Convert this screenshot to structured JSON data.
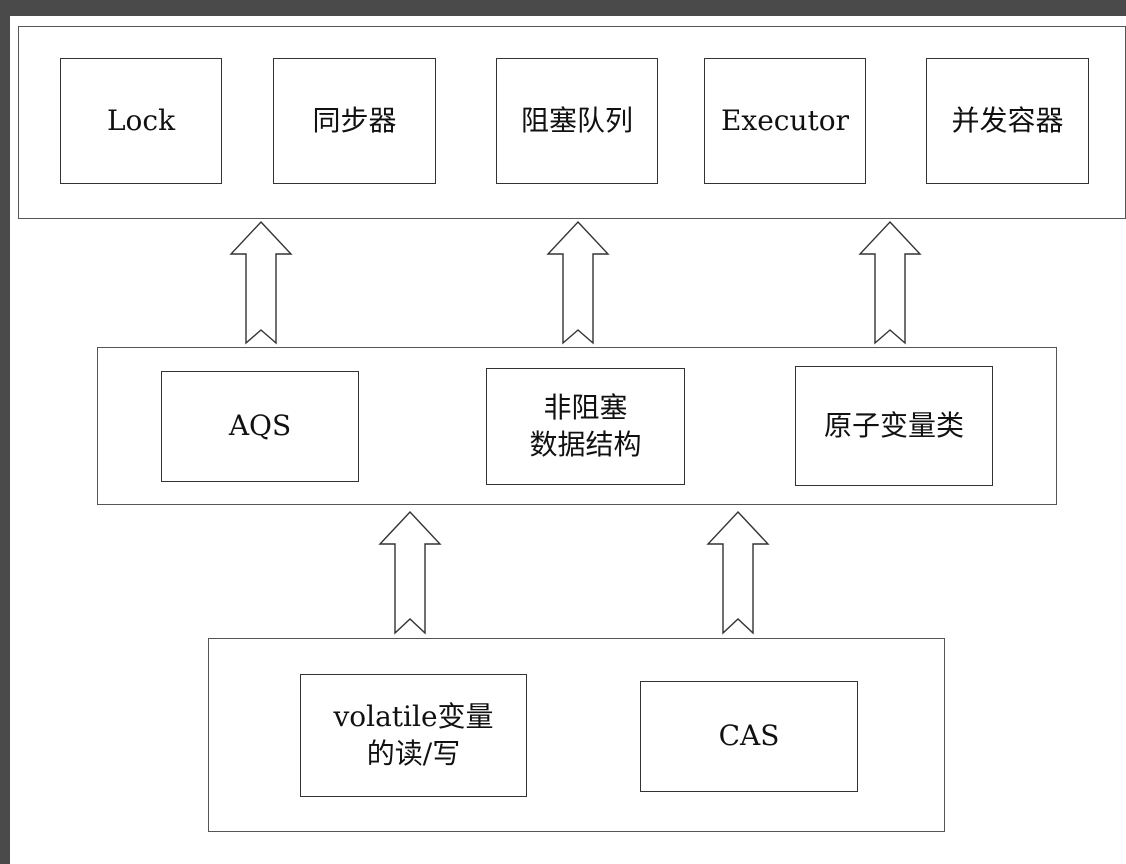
{
  "colors": {
    "frame": "#4a4a4a",
    "border": "#333333",
    "background": "#ffffff"
  },
  "top_layer": {
    "items": [
      "Lock",
      "同步器",
      "阻塞队列",
      "Executor",
      "并发容器"
    ]
  },
  "middle_layer": {
    "items": [
      "AQS",
      "非阻塞\n数据结构",
      "原子变量类"
    ]
  },
  "bottom_layer": {
    "items": [
      "volatile变量\n的读/写",
      "CAS"
    ]
  },
  "arrows": [
    {
      "from": "middle-layer",
      "to": "top-layer",
      "count": 3,
      "style": "hollow-up"
    },
    {
      "from": "bottom-layer",
      "to": "middle-layer",
      "count": 2,
      "style": "hollow-up"
    }
  ]
}
